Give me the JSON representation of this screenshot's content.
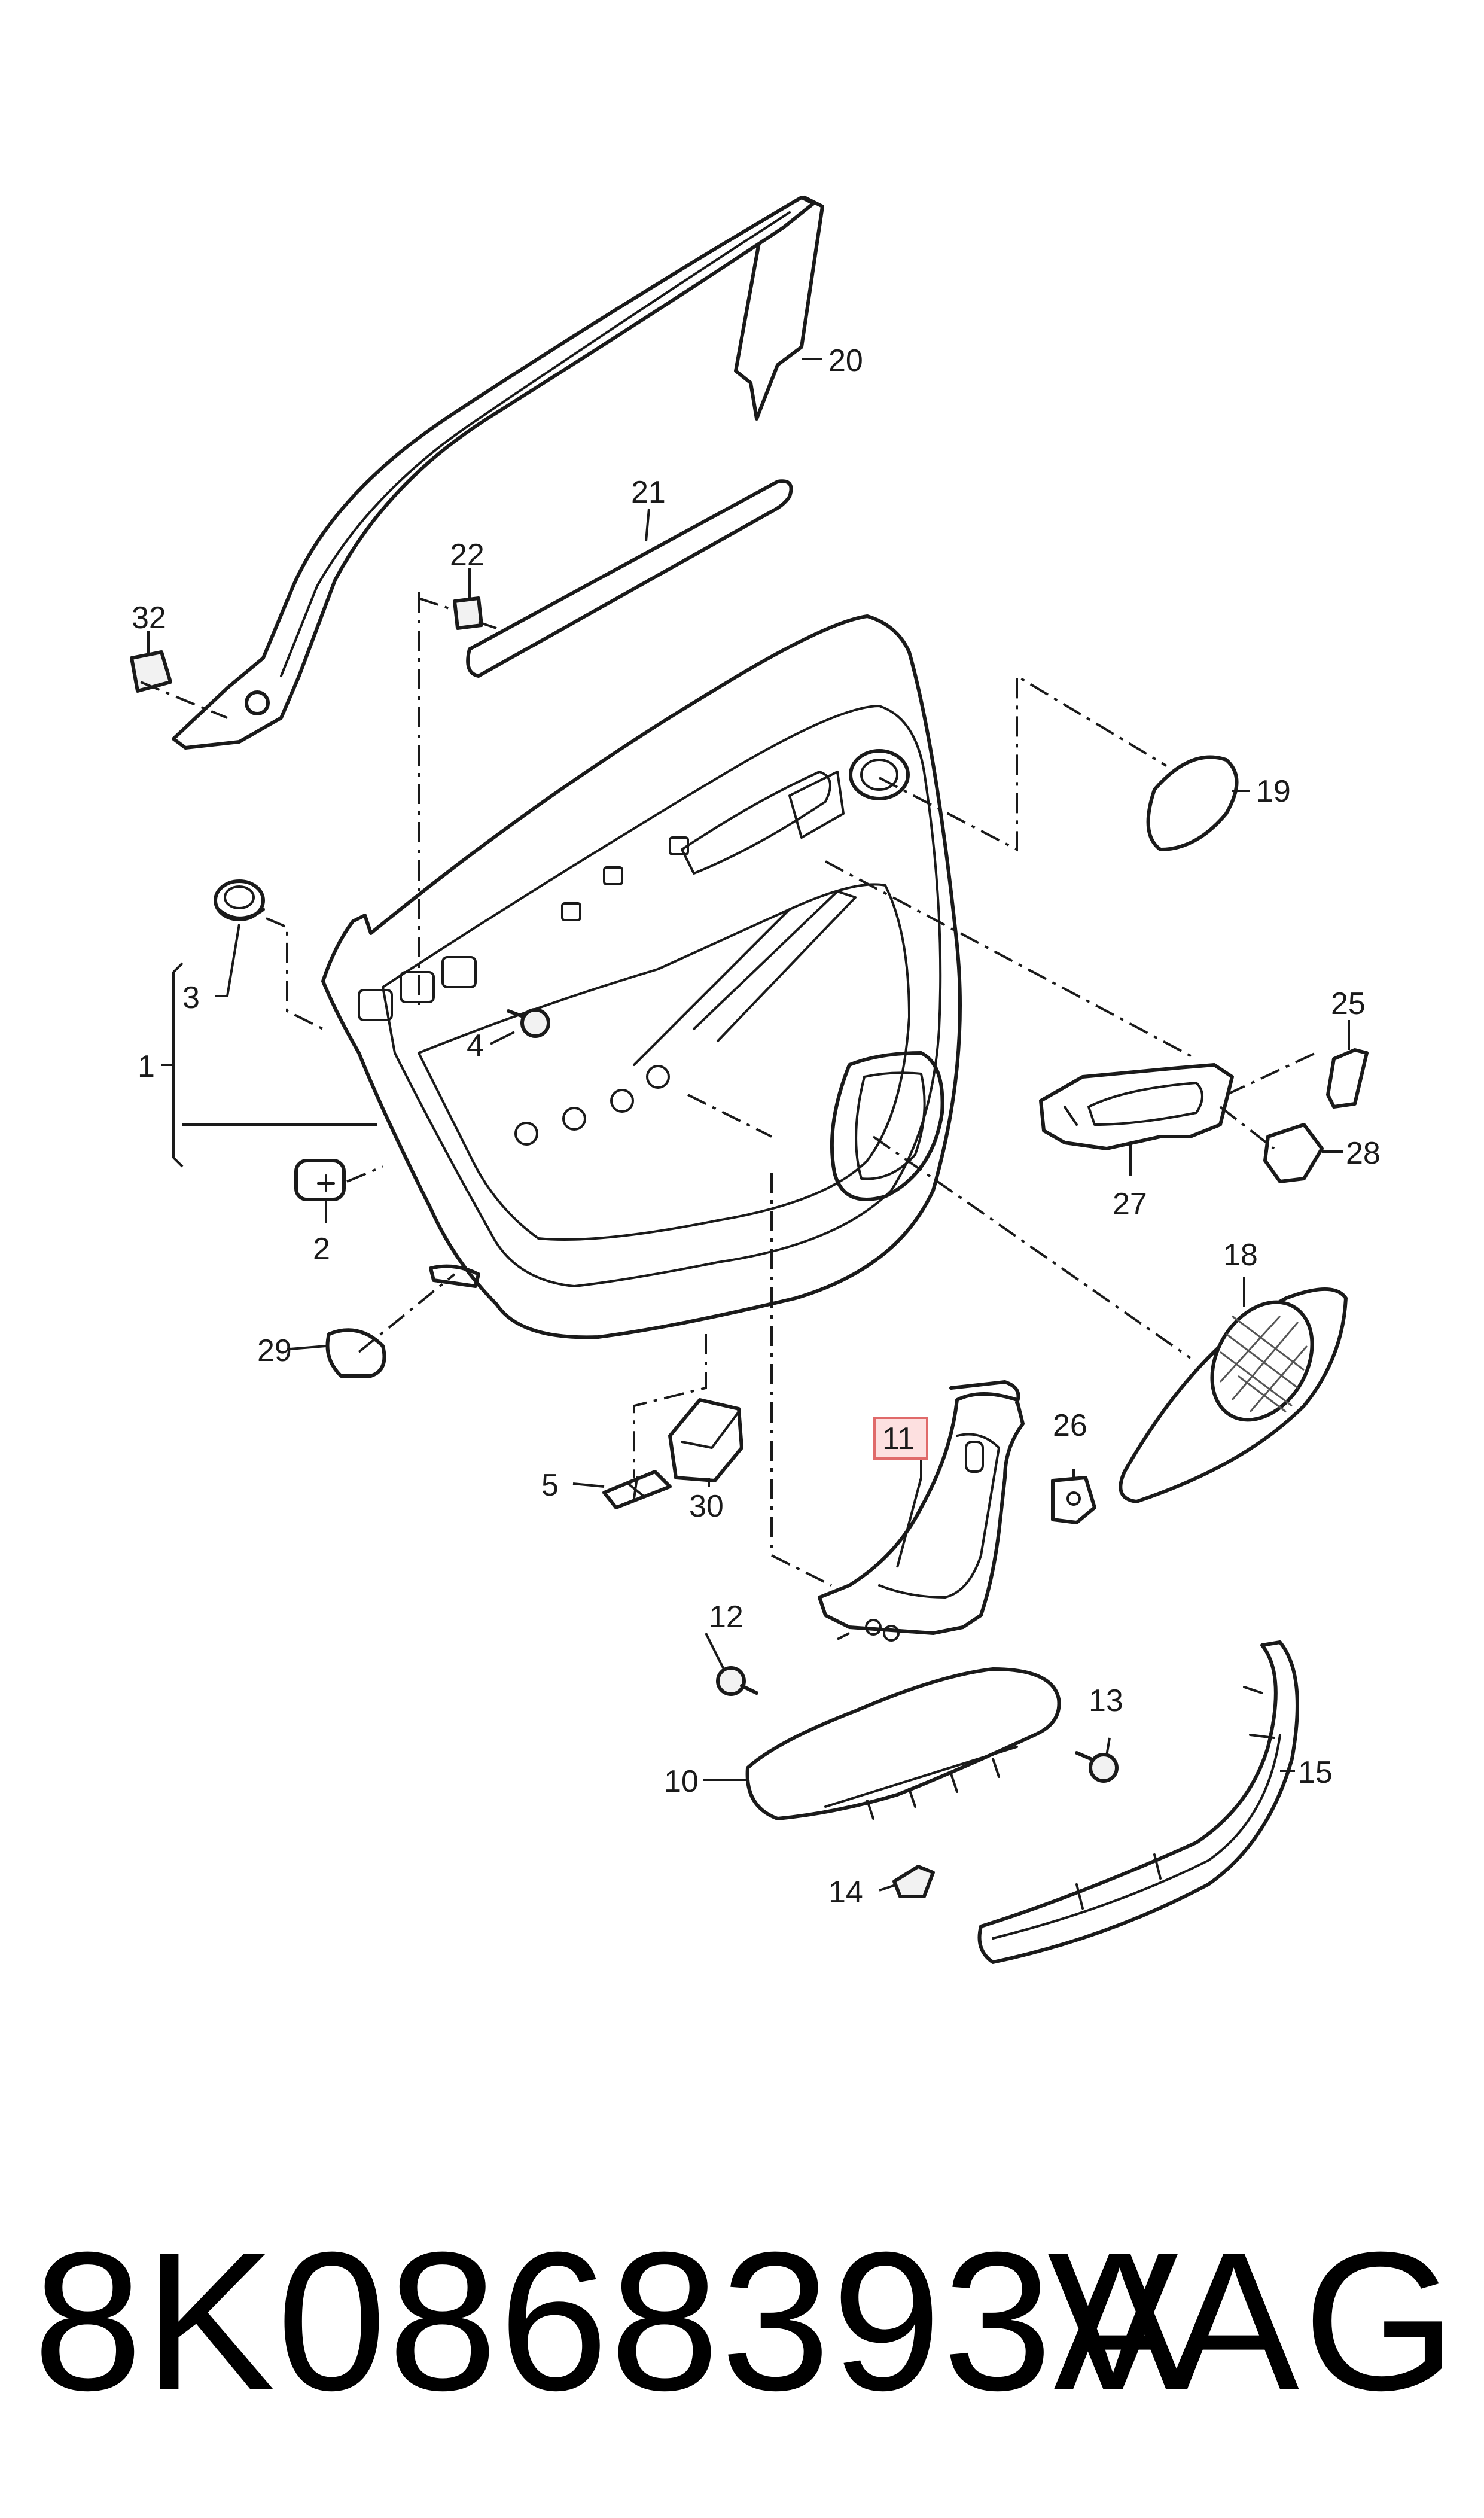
{
  "diagram": {
    "callouts": [
      "1",
      "2",
      "3",
      "4",
      "5",
      "10",
      "11",
      "12",
      "13",
      "14",
      "15",
      "18",
      "19",
      "20",
      "21",
      "22",
      "25",
      "26",
      "27",
      "28",
      "29",
      "30",
      "32"
    ],
    "highlighted_callout": "11"
  },
  "footer": {
    "part_number": "8K0868393A",
    "brand": "VAG"
  }
}
